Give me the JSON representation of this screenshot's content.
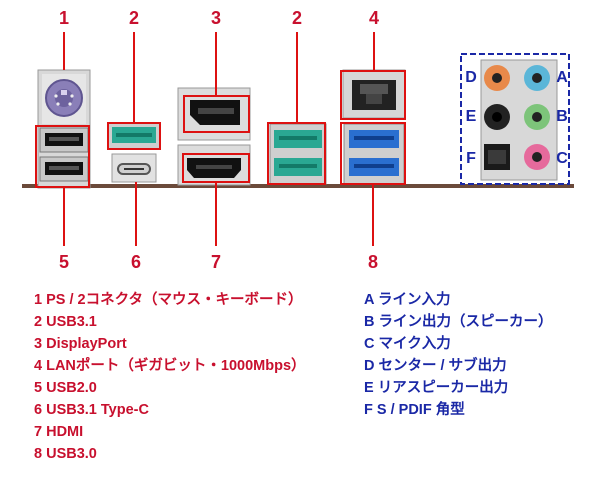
{
  "callouts": {
    "top": [
      "1",
      "2",
      "3",
      "2",
      "4"
    ],
    "bottom": [
      "5",
      "6",
      "7",
      "8"
    ]
  },
  "audio_letters": {
    "left": [
      "D",
      "E",
      "F"
    ],
    "right": [
      "A",
      "B",
      "C"
    ]
  },
  "legend_left": [
    "1 PS / 2コネクタ（マウス・キーボード）",
    "2 USB3.1",
    "3 DisplayPort",
    "4 LANポート（ギガビット・1000Mbps）",
    "5 USB2.0",
    "6 USB3.1 Type-C",
    "7 HDMI",
    "8 USB3.0"
  ],
  "legend_right": [
    "A ライン入力",
    "B ライン出力（スピーカー）",
    "C マイク入力",
    "D センター / サブ出力",
    "E リアスピーカー出力",
    "F S / PDIF 角型"
  ],
  "colors": {
    "callout_red": "#c8102e",
    "audio_blue": "#1a28a6",
    "usb31_teal": "#2aa893",
    "usb30_blue": "#2a6fd0",
    "ps2_purple": "#8a7fb8",
    "jack_orange": "#e8894a",
    "jack_lightblue": "#5bb6d8",
    "jack_green": "#7dc47a",
    "jack_pink": "#e66a9c"
  },
  "icons": [
    "ps2-port-icon",
    "usb-port-icon",
    "usb-c-port-icon",
    "displayport-icon",
    "hdmi-icon",
    "rj45-lan-icon",
    "audio-jack-icon",
    "optical-spdif-icon"
  ]
}
